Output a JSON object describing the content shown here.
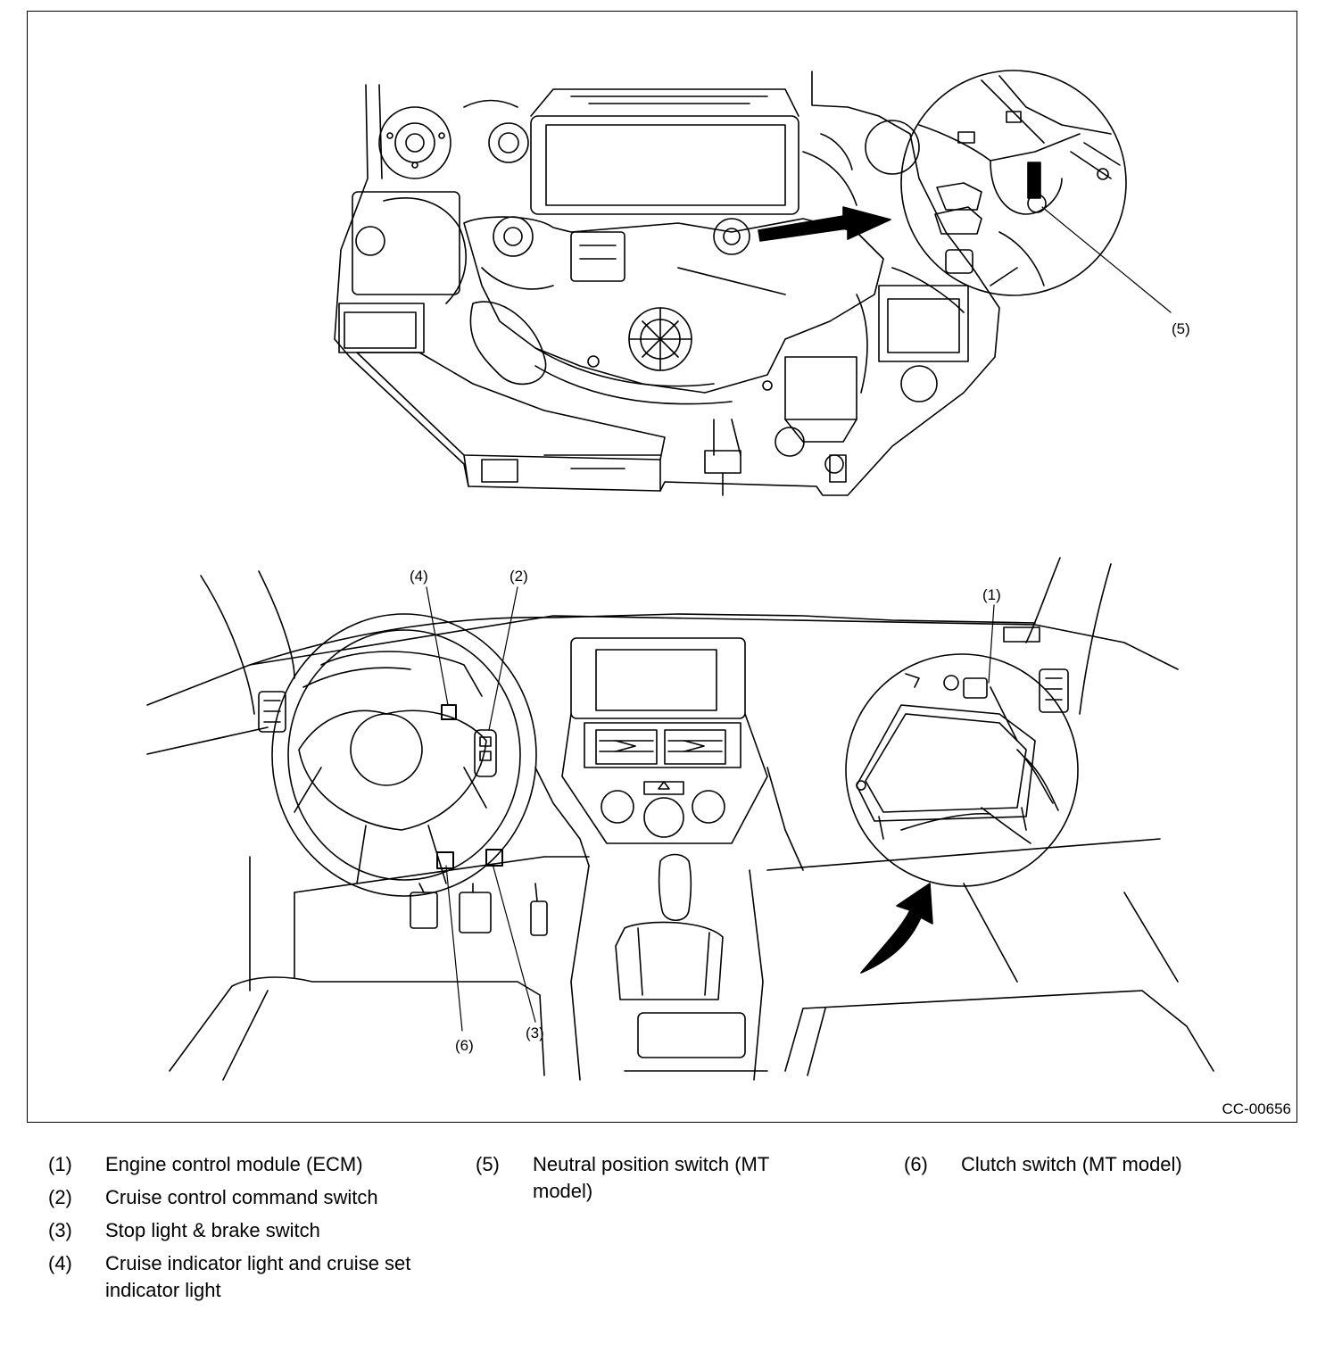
{
  "figure": {
    "id": "CC-00656",
    "callouts": {
      "c1": "(1)",
      "c2": "(2)",
      "c3": "(3)",
      "c4": "(4)",
      "c5": "(5)",
      "c6": "(6)"
    }
  },
  "legend": [
    {
      "num": "(1)",
      "text": "Engine control module (ECM)"
    },
    {
      "num": "(2)",
      "text": "Cruise control command switch"
    },
    {
      "num": "(3)",
      "text": "Stop light & brake switch"
    },
    {
      "num": "(4)",
      "text": "Cruise indicator light and cruise set indicator light"
    },
    {
      "num": "(5)",
      "text": "Neutral position switch (MT model)"
    },
    {
      "num": "(6)",
      "text": "Clutch switch (MT model)"
    }
  ]
}
